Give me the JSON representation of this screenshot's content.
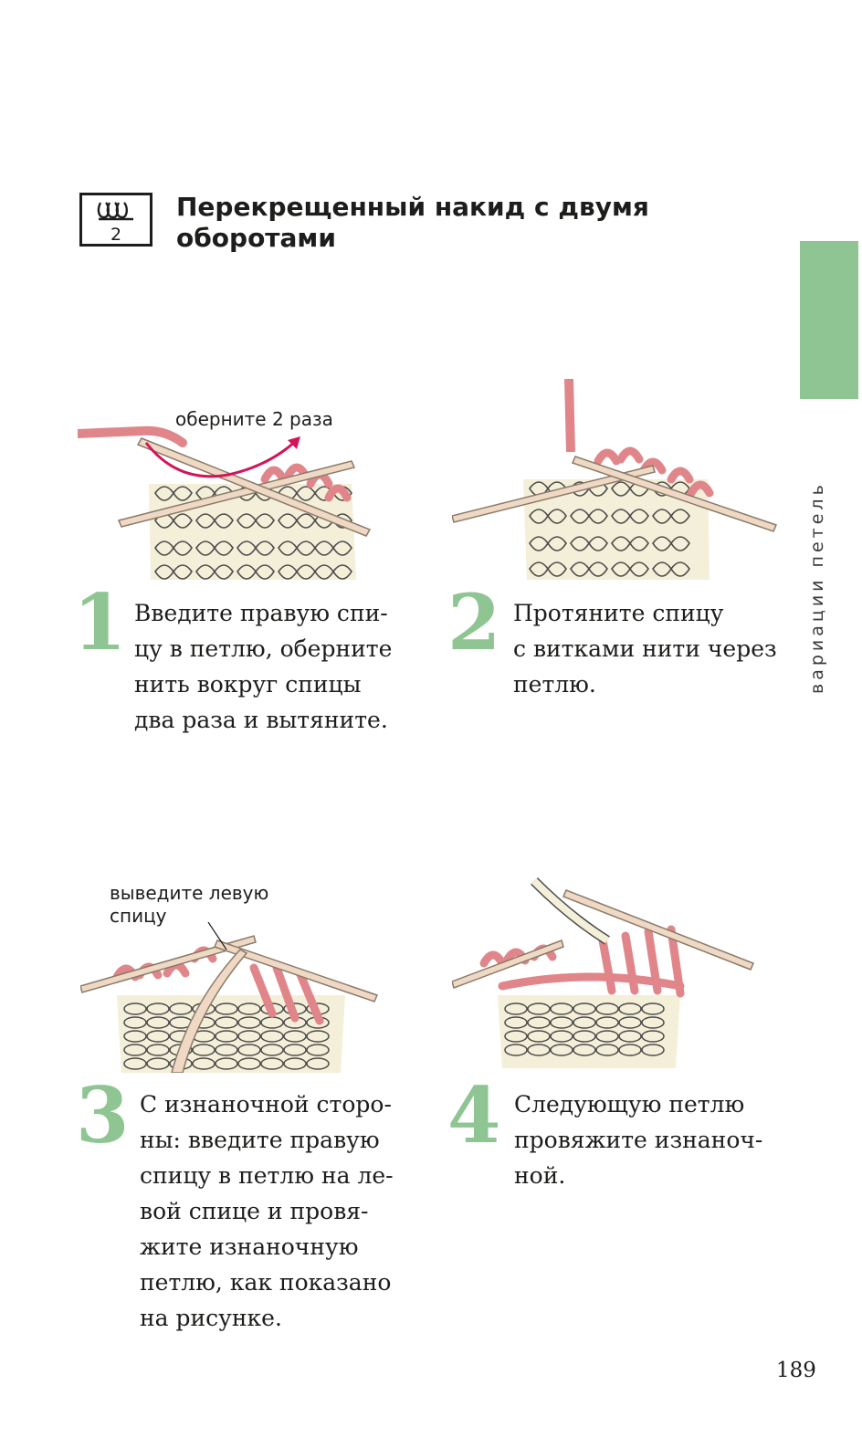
{
  "header": {
    "symbol_number": "2",
    "title_line1": "Перекрещенный накид с двумя",
    "title_line2": "оборотами"
  },
  "sidebar": {
    "section_label": "вариации петель",
    "tab_color": "#8fc493"
  },
  "colors": {
    "accent_green": "#8fc493",
    "yarn_pink": "#e0868a",
    "yarn_cream": "#f4efd9",
    "needle": "#efd9c4",
    "arrow_magenta": "#d4145a"
  },
  "steps": [
    {
      "number": "1",
      "lines": [
        "Введите правую спи-",
        "цу в петлю, оберните",
        "нить вокруг спицы",
        "два раза и вытяните."
      ],
      "illustration_label": "оберните 2 раза"
    },
    {
      "number": "2",
      "lines": [
        "Протяните спицу",
        "с витками нити через",
        "петлю."
      ]
    },
    {
      "number": "3",
      "lines": [
        "С изнаночной сторо-",
        "ны: введите правую",
        "спицу в петлю на ле-",
        "вой спице и провя-",
        "жите изнаночную",
        "петлю, как показано",
        "на рисунке."
      ],
      "illustration_label_line1": "выведите левую",
      "illustration_label_line2": "спицу"
    },
    {
      "number": "4",
      "lines": [
        "Следующую петлю",
        "провяжите изнаноч-",
        "ной."
      ]
    }
  ],
  "page_number": "189"
}
